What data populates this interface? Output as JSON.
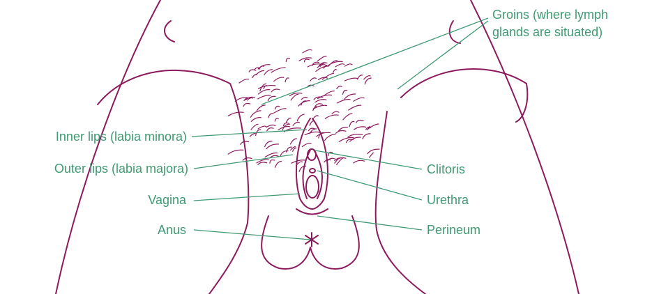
{
  "colors": {
    "label": "#3f9a73",
    "leader": "#3f9a73",
    "outline": "#8c1a5e"
  },
  "labels": {
    "groins_line1": "Groins (where lymph",
    "groins_line2": "glands are situated)",
    "inner_lips": "Inner lips (labia minora)",
    "outer_lips": "Outer lips (labia majora)",
    "vagina": "Vagina",
    "anus": "Anus",
    "clitoris": "Clitoris",
    "urethra": "Urethra",
    "perineum": "Perineum"
  }
}
